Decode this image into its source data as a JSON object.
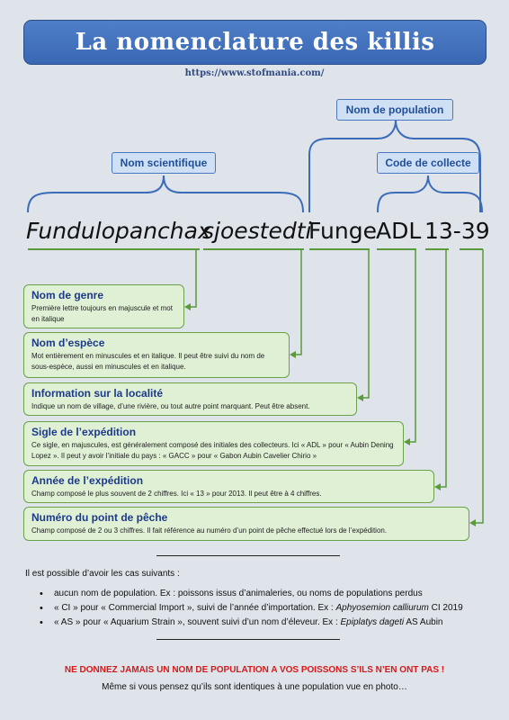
{
  "title": "La nomenclature des killis",
  "url": "https://www.stofmania.com/",
  "labels": {
    "population": "Nom de population",
    "scientific": "Nom scientifique",
    "collection": "Code de collecte"
  },
  "name": {
    "genus": "Fundulopanchax",
    "species": "sjoestedti",
    "locality": "Funge",
    "expedition": "ADL",
    "number": "13-39"
  },
  "definitions": [
    {
      "title": "Nom de genre",
      "desc": "Première lettre toujours en majuscule et mot en italique"
    },
    {
      "title": "Nom d’espèce",
      "desc": "Mot entièrement en minuscules et en italique. Il peut être suivi du nom de sous-espèce, aussi en minuscules et en italique."
    },
    {
      "title": "Information sur la localité",
      "desc": "Indique un nom de village, d’une rivière, ou tout autre point marquant. Peut être absent."
    },
    {
      "title": "Sigle de l’expédition",
      "desc": "Ce sigle, en majuscules, est généralement composé des initiales des collecteurs. Ici « ADL » pour « Aubin Dening Lopez ». Il peut y avoir l’initiale du pays : « GACC » pour « Gabon Aubin Cavelier Chirio »"
    },
    {
      "title": "Année de l’expédition",
      "desc": "Champ composé le plus souvent de 2 chiffres. Ici « 13 » pour 2013. Il peut être à 4 chiffres."
    },
    {
      "title": "Numéro du point de pêche",
      "desc": "Champ composé de 2 ou 3 chiffres. Il fait référence au numéro d’un point de pêche effectué lors de l’expédition."
    }
  ],
  "cases_intro": "Il est possible d’avoir les cas suivants :",
  "cases": [
    {
      "text": "aucun nom de population. Ex : poissons issus d’animaleries, ou noms de populations perdus",
      "italic": "",
      "suffix": ""
    },
    {
      "text": "« CI » pour « Commercial Import », suivi de l’année d’importation. Ex : ",
      "italic": "Aphyosemion calliurum",
      "suffix": " CI 2019"
    },
    {
      "text": "« AS » pour « Aquarium Strain », souvent suivi d’un nom d’éleveur. Ex : ",
      "italic": "Epiplatys dageti",
      "suffix": " AS Aubin"
    }
  ],
  "warning": "NE DONNEZ JAMAIS UN NOM DE POPULATION A VOS POISSONS S’ILS N’EN ONT PAS !",
  "footnote": "Même si vous pensez qu’ils sont identiques à une population vue en photo…",
  "colors": {
    "banner": "#3f6fbf",
    "bracket": "#3b6cb8",
    "connector": "#5a9a3a",
    "definition_fill": "#dff0d4",
    "warning": "#d41a1a"
  }
}
